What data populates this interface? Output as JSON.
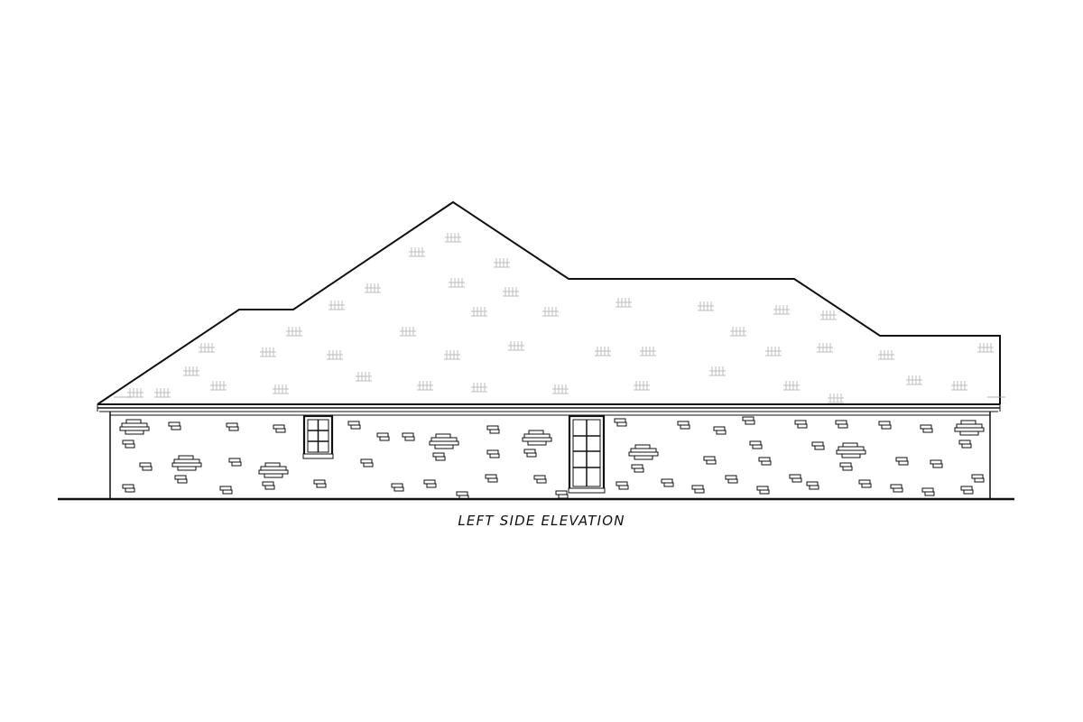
{
  "drawing": {
    "caption": "LEFT SIDE ELEVATION",
    "colors": {
      "line": "#111111",
      "shingle": "#bdbdbd",
      "background": "#ffffff"
    },
    "elements": {
      "roof": "hip-roof-with-shingles",
      "wall": "brick-wall",
      "windows": [
        "double-hung-window",
        "double-hung-window"
      ],
      "ground": "ground-line"
    }
  }
}
